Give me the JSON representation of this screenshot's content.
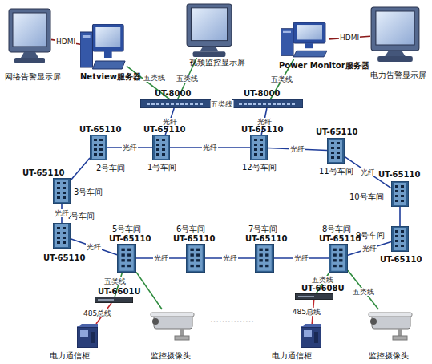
{
  "diagram": {
    "nodes": [
      {
        "text": [
          "网络告警显示屏"
        ]
      },
      {
        "text": [
          "Netview服务器"
        ]
      },
      {
        "text": [
          "视频监控显示屏"
        ]
      },
      {
        "text": [
          "Power Monitor服务器"
        ]
      },
      {
        "text": [
          "电力告警显示屏"
        ]
      },
      {
        "text": [
          "UT-8000"
        ]
      },
      {
        "text": [
          "UT-8000"
        ]
      },
      {
        "text": [
          "UT-65110",
          "1号车间"
        ]
      },
      {
        "text": [
          "UT-65110",
          "2号车间"
        ]
      },
      {
        "text": [
          "UT-65110",
          "3号车间"
        ]
      },
      {
        "text": [
          "4号车间",
          "UT-65110"
        ]
      },
      {
        "text": [
          "5号车间",
          "UT-65110"
        ]
      },
      {
        "text": [
          "6号车间",
          "UT-65110"
        ]
      },
      {
        "text": [
          "7号车间",
          "UT-65110"
        ]
      },
      {
        "text": [
          "8号车间",
          "UT-65110"
        ]
      },
      {
        "text": [
          "9号车间",
          "UT-65110"
        ]
      },
      {
        "text": [
          "UT-65110",
          "10号车间"
        ]
      },
      {
        "text": [
          "UT-65110",
          "11号车间"
        ]
      },
      {
        "text": [
          "UT-65110",
          "12号车间"
        ]
      },
      {
        "text": [
          "UT-6601U"
        ]
      },
      {
        "text": [
          "电力通信柜"
        ]
      },
      {
        "text": [
          "监控摄像头"
        ]
      },
      {
        "text": [
          "UT-6608U"
        ]
      },
      {
        "text": [
          "电力通信柜"
        ]
      },
      {
        "text": [
          "监控摄像头"
        ]
      }
    ],
    "edges": [
      {
        "from": 0,
        "to": 1,
        "label": "HDMI",
        "arrow": "none"
      },
      {
        "from": 1,
        "to": 5,
        "label": "五类线",
        "arrow": "none"
      },
      {
        "from": 2,
        "to": 5,
        "label": "五类线",
        "arrow": "none"
      },
      {
        "from": 5,
        "to": 6,
        "label": "五类线",
        "arrow": "none"
      },
      {
        "from": 3,
        "to": 6,
        "label": "五类线",
        "arrow": "none"
      },
      {
        "from": 3,
        "to": 4,
        "label": "HDMI",
        "arrow": "none"
      },
      {
        "from": 5,
        "to": 7,
        "label": "光纤",
        "arrow": "none"
      },
      {
        "from": 6,
        "to": 18,
        "label": "光纤",
        "arrow": "none"
      },
      {
        "from": 8,
        "to": 7,
        "label": "光纤",
        "arrow": "none"
      },
      {
        "from": 7,
        "to": 18,
        "label": "光纤",
        "arrow": "none"
      },
      {
        "from": 18,
        "to": 17,
        "label": "光纤",
        "arrow": "none"
      },
      {
        "from": 17,
        "to": 16,
        "label": "光纤",
        "arrow": "none"
      },
      {
        "from": 16,
        "to": 15,
        "arrow": "none"
      },
      {
        "from": 15,
        "to": 14,
        "label": "光纤",
        "arrow": "none"
      },
      {
        "from": 14,
        "to": 13,
        "label": "光纤",
        "arrow": "none"
      },
      {
        "from": 13,
        "to": 12,
        "label": "光纤",
        "arrow": "none"
      },
      {
        "from": 12,
        "to": 11,
        "label": "光纤",
        "arrow": "none"
      },
      {
        "from": 11,
        "to": 10,
        "label": "光纤",
        "arrow": "none"
      },
      {
        "from": 10,
        "to": 9,
        "label": "光纤",
        "arrow": "none"
      },
      {
        "from": 9,
        "to": 8,
        "arrow": "none"
      },
      {
        "from": 11,
        "to": 19,
        "label": "五类线",
        "arrow": "none"
      },
      {
        "from": 19,
        "to": 20,
        "label": "485总线",
        "arrow": "none"
      },
      {
        "from": 11,
        "to": 21,
        "arrow": "none"
      },
      {
        "from": 14,
        "to": 22,
        "label": "五类线",
        "arrow": "none"
      },
      {
        "from": 22,
        "to": 23,
        "label": "485总线",
        "arrow": "none"
      },
      {
        "from": 14,
        "to": 24,
        "label": "五类线",
        "arrow": "none"
      }
    ],
    "labels": [
      "……………"
    ]
  }
}
